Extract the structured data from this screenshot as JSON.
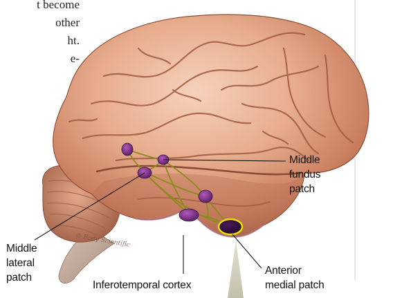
{
  "intro_text": {
    "lines": [
      "t become",
      "other",
      "ht.",
      "e-"
    ]
  },
  "labels": {
    "middle_fundus": [
      "Middle",
      "fundus",
      "patch"
    ],
    "middle_lateral": [
      "Middle",
      "lateral",
      "patch"
    ],
    "inferotemporal": "Inferotemporal cortex",
    "anterior_medial": [
      "Anterior",
      "medial patch"
    ]
  },
  "artist_credit": "© Body Scientific",
  "colors": {
    "patch_fill": "#6e2a7a",
    "patch_dark": "#2e0f3a",
    "patch_highlight": "#e8e000",
    "connection": "#8a8a1e",
    "leader_line": "#111111",
    "sidebar_rule": "#cfcfcf",
    "beam": "#c9c6b4"
  }
}
